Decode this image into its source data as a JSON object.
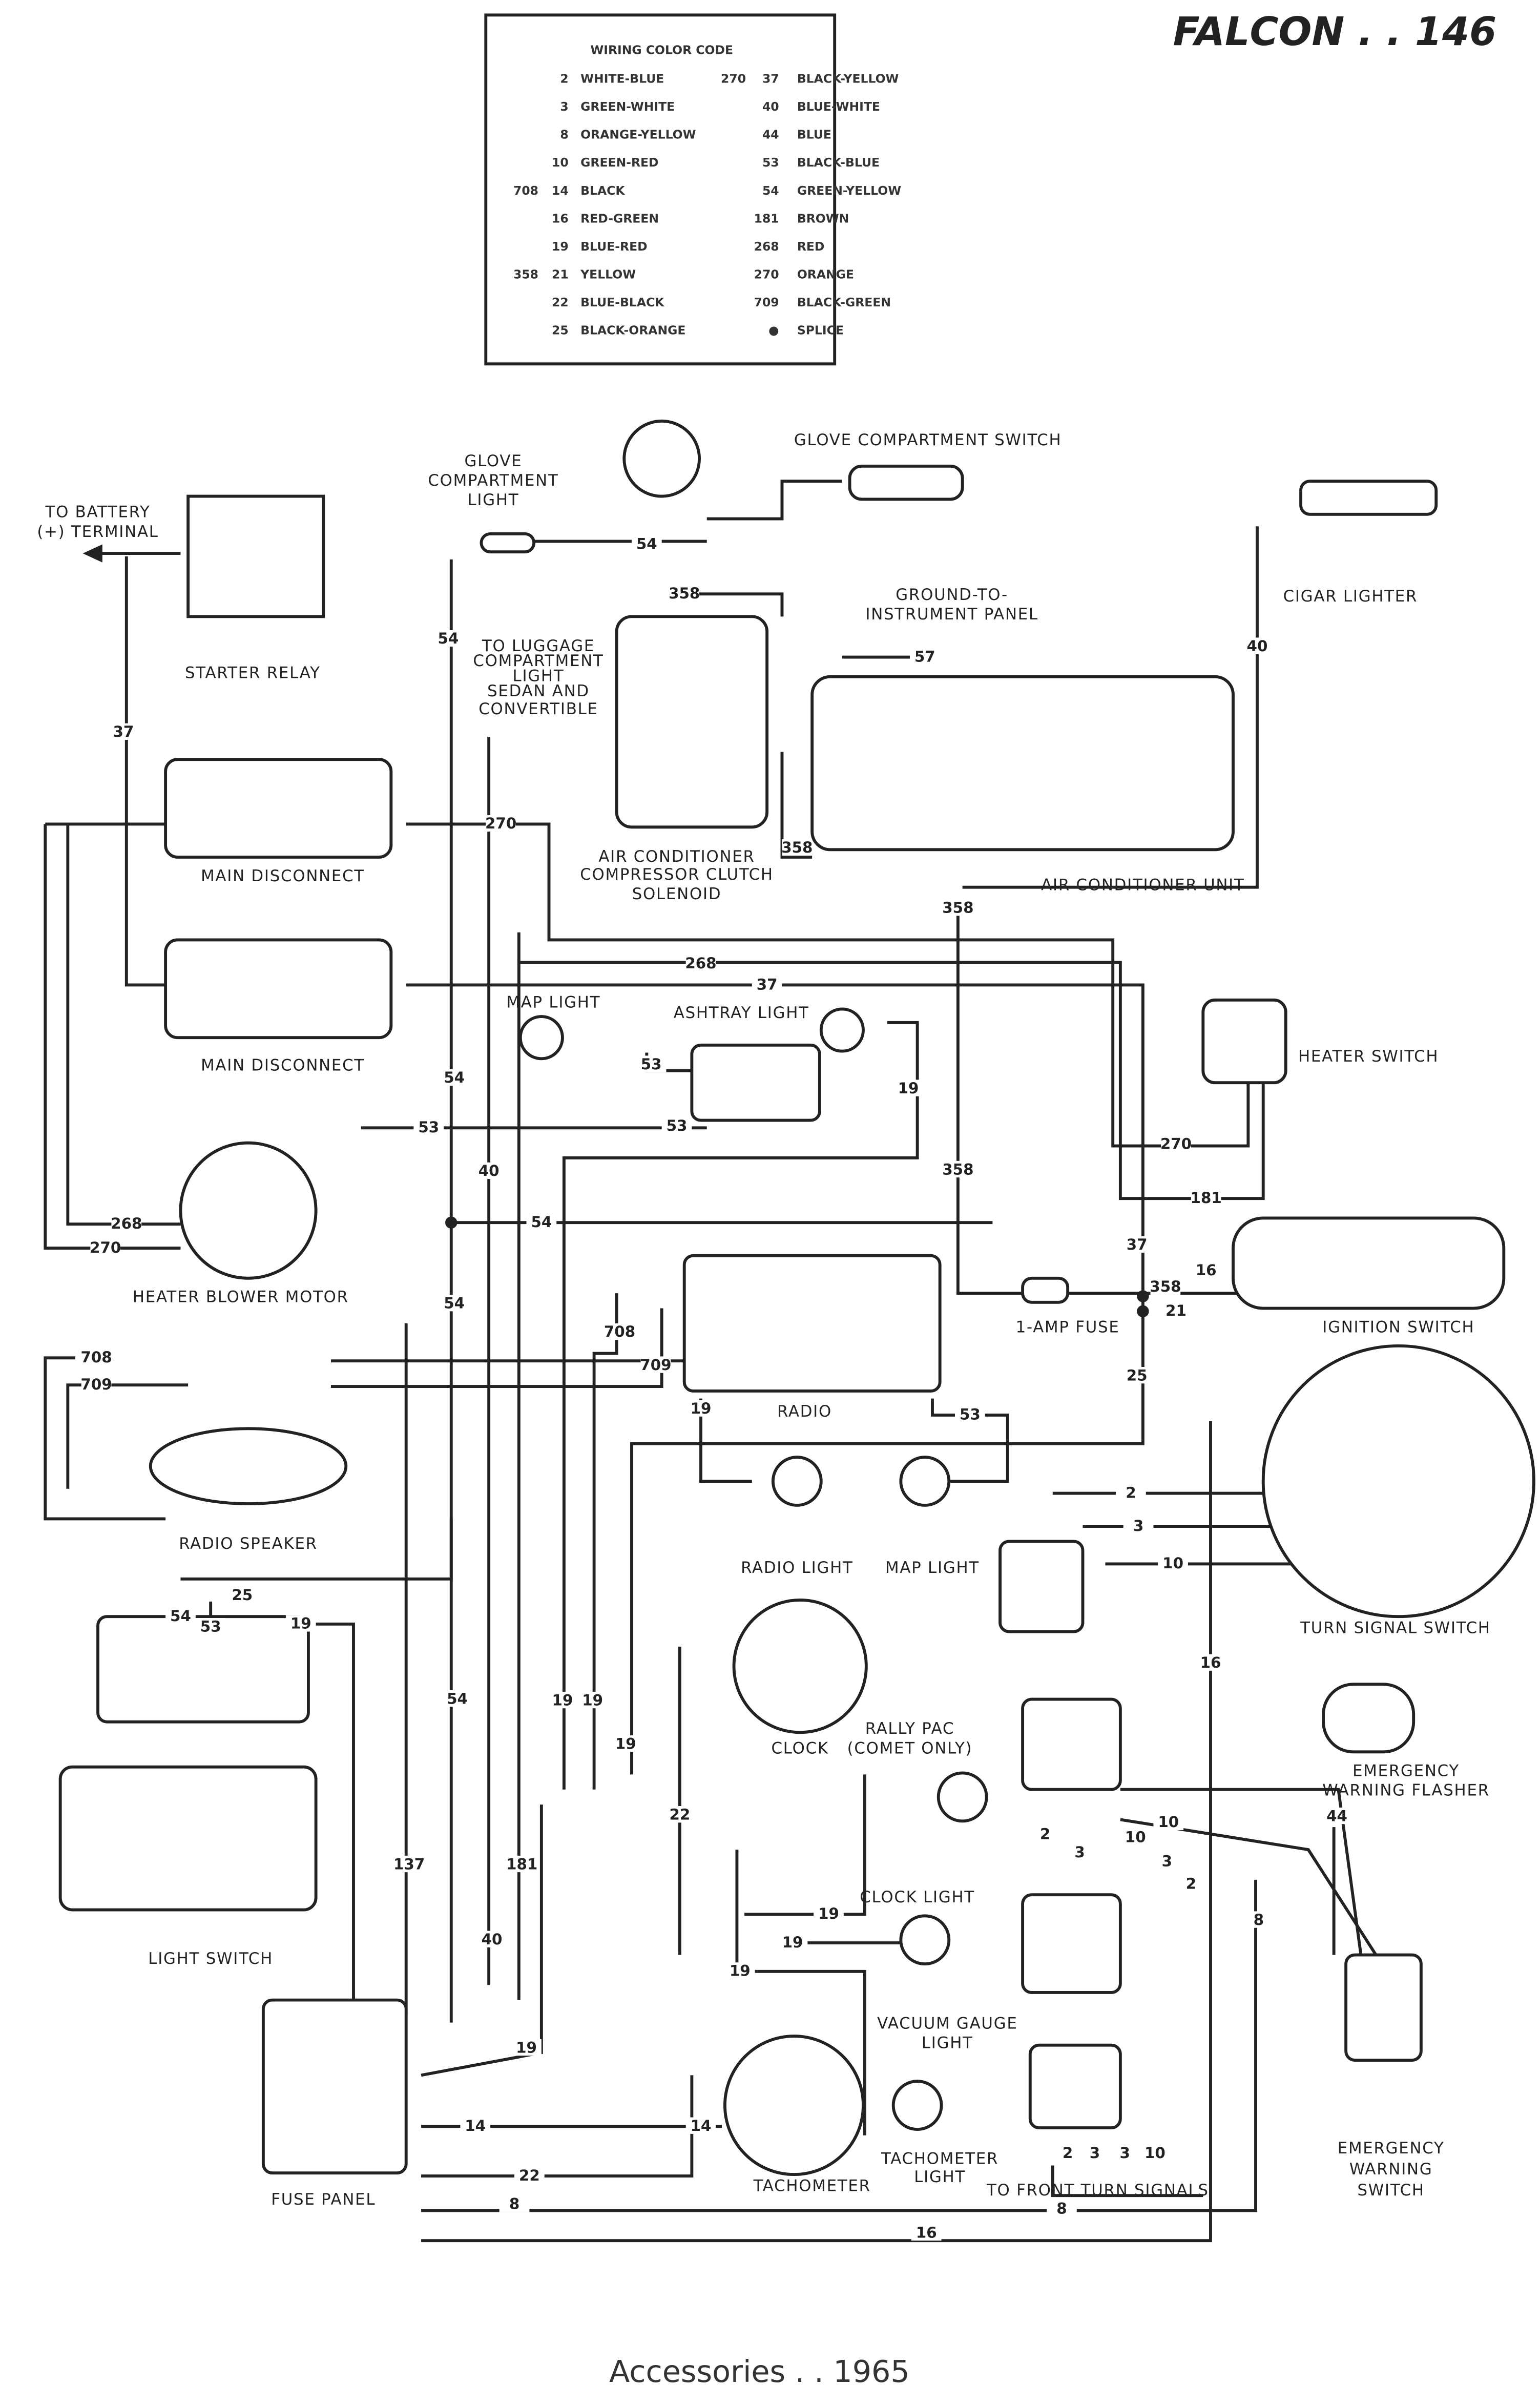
{
  "header": {
    "title": "FALCON . . 146"
  },
  "footer": {
    "caption": "Accessories . . 1965"
  },
  "color_code": {
    "title": "WIRING COLOR CODE",
    "left": [
      {
        "alt": "",
        "num": "2",
        "color": "WHITE-BLUE"
      },
      {
        "alt": "",
        "num": "3",
        "color": "GREEN-WHITE"
      },
      {
        "alt": "",
        "num": "8",
        "color": "ORANGE-YELLOW"
      },
      {
        "alt": "",
        "num": "10",
        "color": "GREEN-RED"
      },
      {
        "alt": "708",
        "num": "14",
        "color": "BLACK"
      },
      {
        "alt": "",
        "num": "16",
        "color": "RED-GREEN"
      },
      {
        "alt": "",
        "num": "19",
        "color": "BLUE-RED"
      },
      {
        "alt": "358",
        "num": "21",
        "color": "YELLOW"
      },
      {
        "alt": "",
        "num": "22",
        "color": "BLUE-BLACK"
      },
      {
        "alt": "",
        "num": "25",
        "color": "BLACK-ORANGE"
      }
    ],
    "right": [
      {
        "alt": "270",
        "num": "37",
        "color": "BLACK-YELLOW"
      },
      {
        "alt": "",
        "num": "40",
        "color": "BLUE-WHITE"
      },
      {
        "alt": "",
        "num": "44",
        "color": "BLUE"
      },
      {
        "alt": "",
        "num": "53",
        "color": "BLACK-BLUE"
      },
      {
        "alt": "",
        "num": "54",
        "color": "GREEN-YELLOW"
      },
      {
        "alt": "",
        "num": "181",
        "color": "BROWN"
      },
      {
        "alt": "",
        "num": "268",
        "color": "RED"
      },
      {
        "alt": "",
        "num": "270",
        "color": "ORANGE"
      },
      {
        "alt": "",
        "num": "709",
        "color": "BLACK-GREEN"
      },
      {
        "alt": "",
        "num": "●",
        "color": "SPLICE"
      }
    ]
  },
  "components": [
    "TO BATTERY",
    "(+) TERMINAL",
    "STARTER RELAY",
    "GLOVE",
    "COMPARTMENT",
    "LIGHT",
    "GLOVE COMPARTMENT SWITCH",
    "TO LUGGAGE",
    "COMPARTMENT",
    "LIGHT",
    "SEDAN AND",
    "CONVERTIBLE",
    "AIR CONDITIONER",
    "COMPRESSOR CLUTCH",
    "SOLENOID",
    "GROUND-TO-",
    "INSTRUMENT PANEL",
    "AIR CONDITIONER UNIT",
    "CIGAR LIGHTER",
    "MAIN DISCONNECT",
    "MAIN DISCONNECT",
    "MAP LIGHT",
    "ASHTRAY LIGHT",
    "HEATER SWITCH",
    "HEATER BLOWER MOTOR",
    "1-AMP FUSE",
    "IGNITION SWITCH",
    "RADIO",
    "RADIO SPEAKER",
    "RADIO LIGHT",
    "MAP LIGHT",
    "TURN SIGNAL SWITCH",
    "CLOCK",
    "RALLY PAC",
    "(COMET ONLY)",
    "EMERGENCY",
    "WARNING FLASHER",
    "LIGHT SWITCH",
    "CLOCK LIGHT",
    "VACUUM GAUGE",
    "LIGHT",
    "TACHOMETER",
    "TACHOMETER",
    "LIGHT",
    "TO FRONT TURN SIGNALS",
    "EMERGENCY",
    "WARNING",
    "SWITCH",
    "FUSE PANEL"
  ],
  "wire_labels": [
    "54",
    "358",
    "57",
    "54",
    "40",
    "37",
    "270",
    "358",
    "358",
    "268",
    "37",
    "53",
    "19",
    "358",
    "53",
    "53",
    "54",
    "40",
    "270",
    "181",
    "54",
    "37",
    "268",
    "270",
    "54",
    "16",
    "358",
    "21",
    "708",
    "709",
    "708",
    "709",
    "25",
    "19",
    "53",
    "2",
    "3",
    "10",
    "25",
    "54",
    "53",
    "19",
    "16",
    "54",
    "19",
    "19",
    "19",
    "22",
    "137",
    "181",
    "10",
    "10",
    "3",
    "2",
    "44",
    "2",
    "3",
    "19",
    "8",
    "19",
    "40",
    "19",
    "19",
    "14",
    "14",
    "22",
    "8",
    "8",
    "16",
    "2",
    "3",
    "3",
    "10"
  ],
  "colors": {
    "ink": "#222222",
    "paper": "#ffffff"
  }
}
